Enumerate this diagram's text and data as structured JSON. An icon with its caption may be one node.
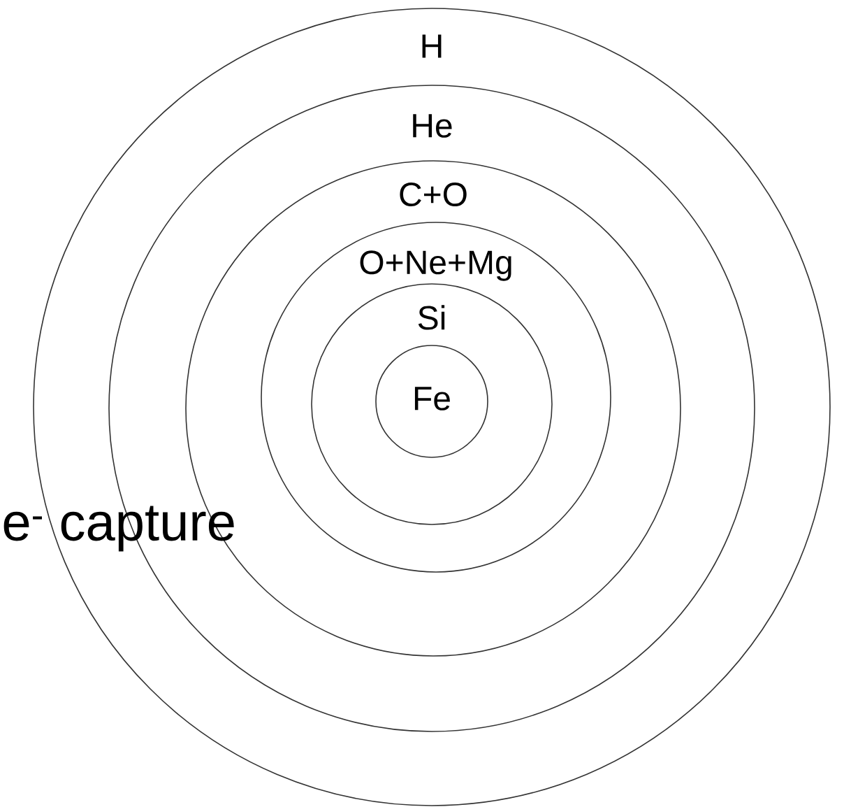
{
  "diagram": {
    "nodes": [
      {
        "text": [
          "H"
        ]
      },
      {
        "text": [
          "He"
        ],
        "in": 0
      },
      {
        "text": [
          "C+O"
        ],
        "in": 1
      },
      {
        "text": [
          "O+Ne+Mg"
        ],
        "in": 2
      },
      {
        "text": [
          "Si"
        ],
        "in": 3
      },
      {
        "text": [
          "Fe"
        ],
        "in": 4
      }
    ],
    "labels": [
      "e$^{-}$ capture"
    ]
  }
}
